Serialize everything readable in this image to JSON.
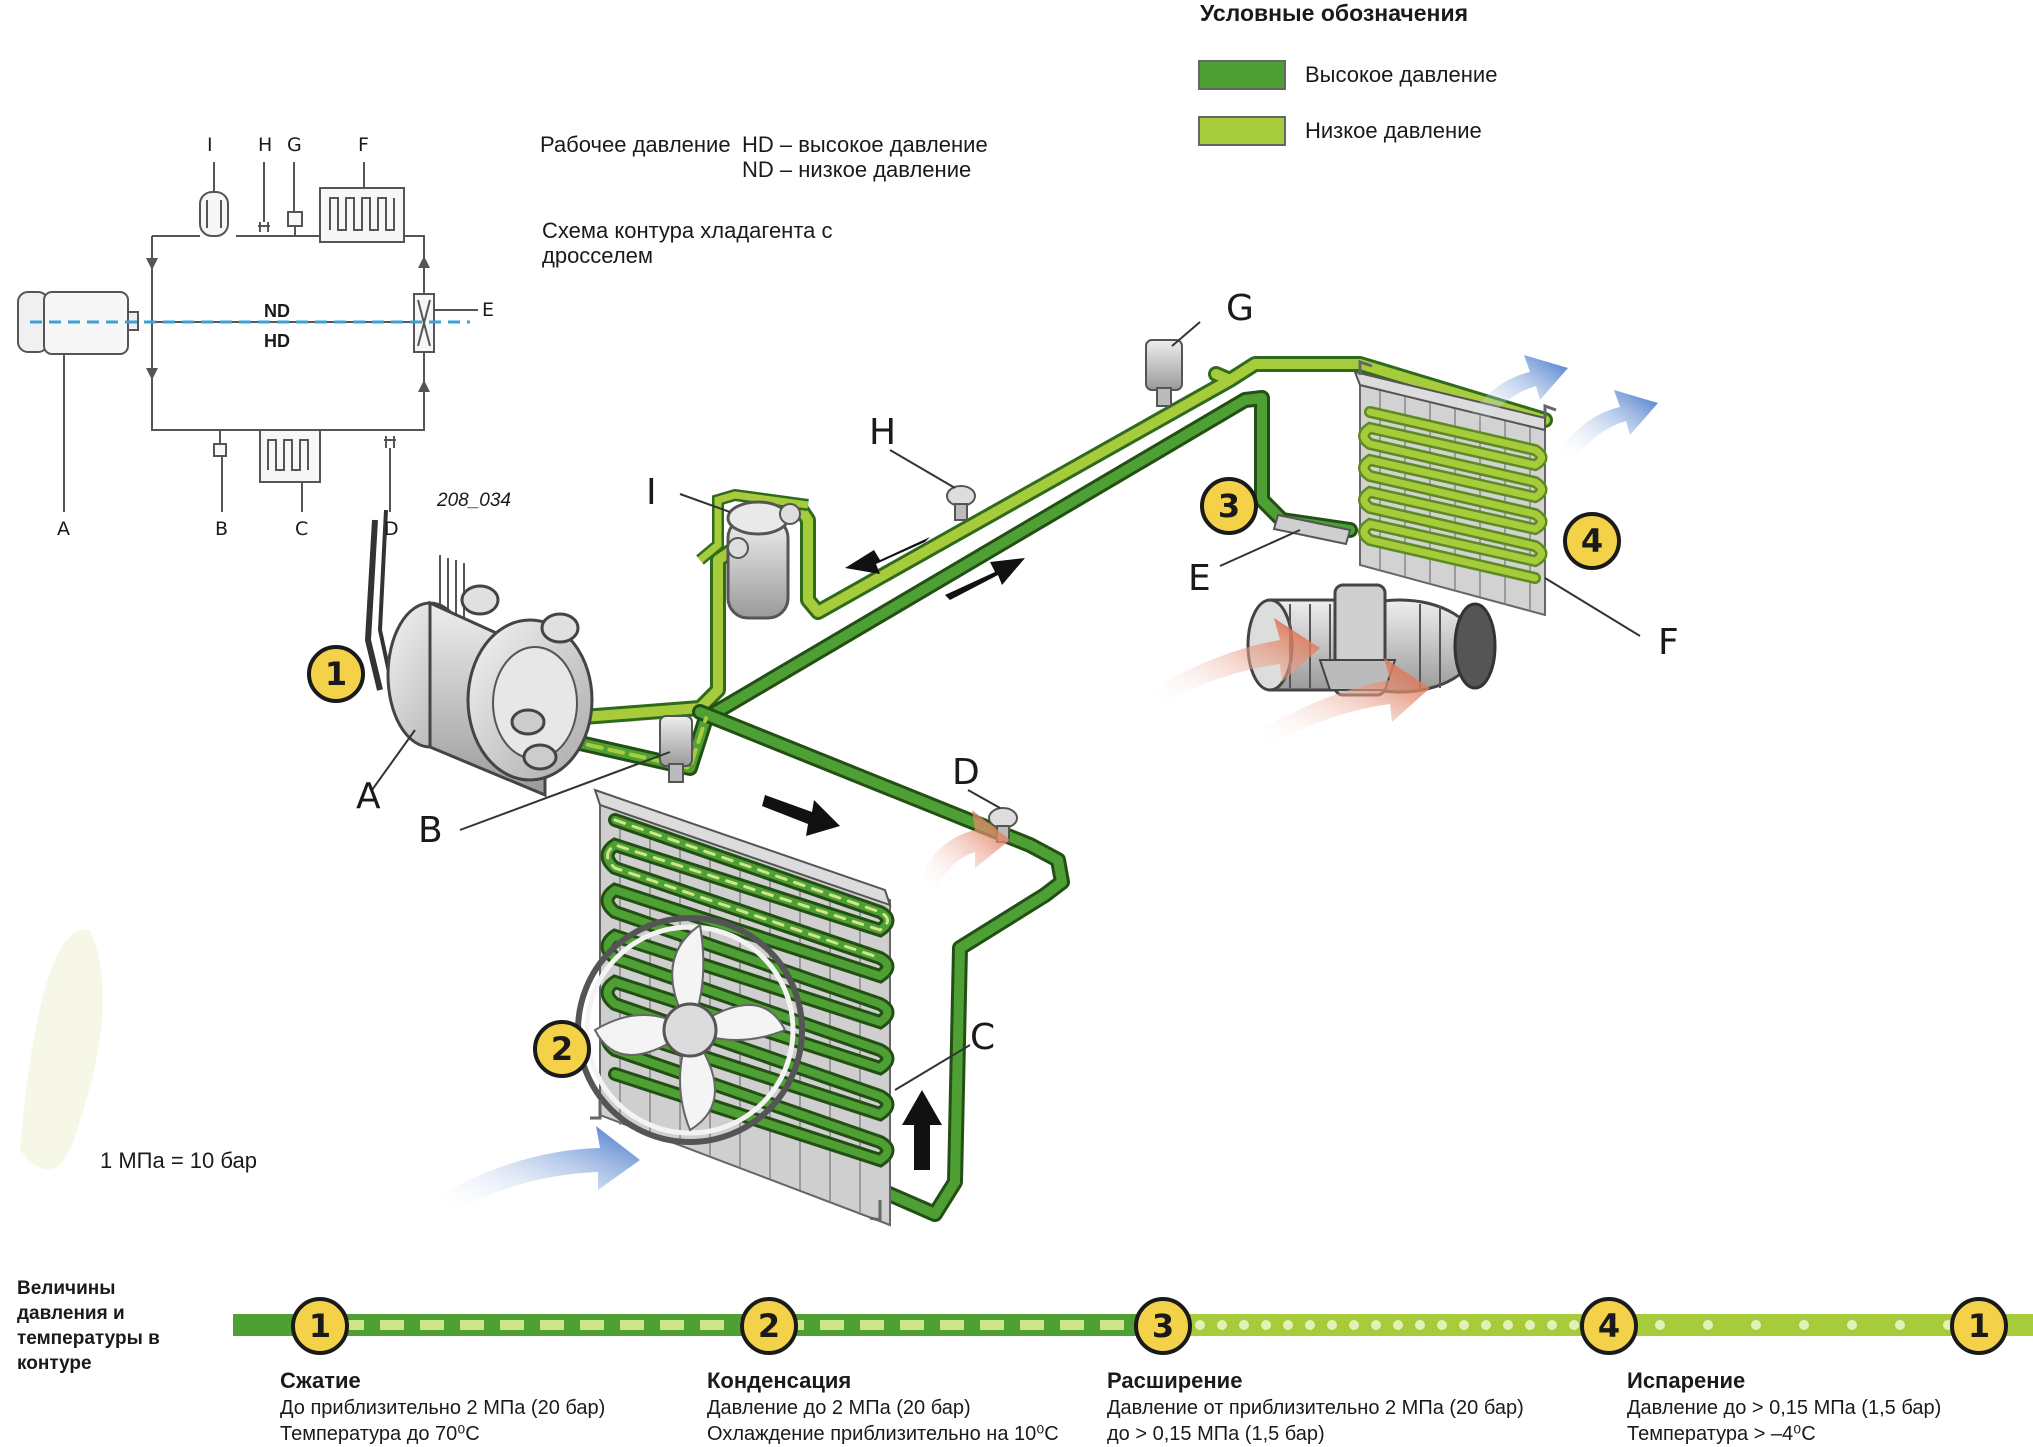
{
  "legend": {
    "title": "Условные обозначения",
    "items": [
      {
        "label": "Высокое давление",
        "color": "#4e9f34"
      },
      {
        "label": "Низкое давление",
        "color": "#a6cc3c"
      }
    ]
  },
  "pressure_note": {
    "label": "Рабочее давление",
    "hd": "HD – высокое давление",
    "nd": "ND – низкое давление"
  },
  "scheme_caption": {
    "line1": "Схема контура хладагента с",
    "line2": "дросселем"
  },
  "schematic": {
    "nd": "ND",
    "hd": "HD",
    "figure_id": "208_034",
    "letters_top": [
      "I",
      "H",
      "G",
      "F"
    ],
    "letter_right": "E",
    "letters_bottom": [
      "A",
      "B",
      "C",
      "D"
    ]
  },
  "main_letters": {
    "A": "A",
    "B": "B",
    "C": "C",
    "D": "D",
    "E": "E",
    "F": "F",
    "G": "G",
    "H": "H",
    "I": "I"
  },
  "stage_numbers": {
    "n1": "1",
    "n2": "2",
    "n3": "3",
    "n4": "4"
  },
  "unit_note": "1 МПа = 10 бар",
  "bottom": {
    "heading": [
      "Величины",
      "давления и",
      "температуры в",
      "контуре"
    ],
    "stages": [
      {
        "num": "1",
        "title": "Сжатие",
        "lines": [
          "До приблизительно 2 МПа (20 бар)",
          "Температура до 70⁰C"
        ]
      },
      {
        "num": "2",
        "title": "Конденсация",
        "lines": [
          "Давление до 2 МПа (20 бар)",
          "Охлаждение приблизительно на 10⁰C"
        ]
      },
      {
        "num": "3",
        "title": "Расширение",
        "lines": [
          "Давление от приблизительно 2 МПа (20 бар)",
          "до > 0,15 МПа (1,5 бар)"
        ]
      },
      {
        "num": "4",
        "title": "Испарение",
        "lines": [
          "Давление до > 0,15 МПа (1,5 бар)",
          "Температура > –4⁰C"
        ]
      }
    ],
    "end_num": "1"
  },
  "colors": {
    "high": "#4e9f34",
    "low": "#a6cc3c",
    "badge": "#f3d24a",
    "hot": "#e07a55",
    "cold": "#5f93d6"
  }
}
